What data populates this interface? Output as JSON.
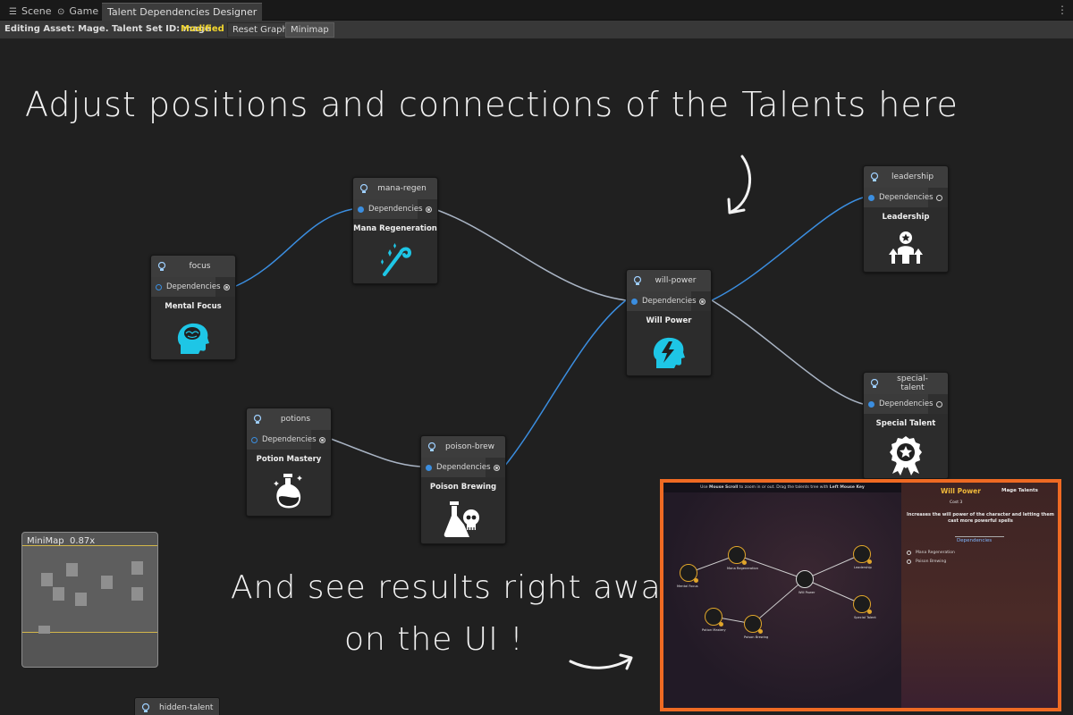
{
  "tabs": [
    {
      "label": "Scene",
      "icon": "grid-icon"
    },
    {
      "label": "Game",
      "icon": "gamepad-icon"
    },
    {
      "label": "Talent Dependencies Designer",
      "icon": ""
    }
  ],
  "toolbar": {
    "editing": "Editing Asset: Mage. Talent Set ID: mage",
    "status": "Modified",
    "reset_label": "Reset Graph",
    "minimap_label": "Minimap"
  },
  "annotations": {
    "top": "Adjust positions and connections of the Talents here",
    "bottom_line1": "And see results right away",
    "bottom_line2": "on the UI !"
  },
  "nodes": {
    "focus": {
      "id": "focus",
      "port": "Dependencies",
      "name": "Mental Focus"
    },
    "mana_regen": {
      "id": "mana-regen",
      "port": "Dependencies",
      "name": "Mana Regeneration"
    },
    "will_power": {
      "id": "will-power",
      "port": "Dependencies",
      "name": "Will Power"
    },
    "leadership": {
      "id": "leadership",
      "port": "Dependencies",
      "name": "Leadership"
    },
    "special_talent": {
      "id": "special-talent",
      "port": "Dependencies",
      "name": "Special Talent"
    },
    "potions": {
      "id": "potions",
      "port": "Dependencies",
      "name": "Potion Mastery"
    },
    "poison_brew": {
      "id": "poison-brew",
      "port": "Dependencies",
      "name": "Poison Brewing"
    },
    "hidden_talent": {
      "id": "hidden-talent"
    }
  },
  "minimap": {
    "title": "MiniMap",
    "zoom": "0.87x"
  },
  "preview": {
    "hint_pre": "Use ",
    "hint_b1": "Mouse Scroll",
    "hint_mid": " to zoom in or out. Drag the talents tree with ",
    "hint_b2": "Left Mouse Key",
    "title": "Will Power",
    "set": "Mage Talents",
    "cost": "Cost 3",
    "description": "Increases the will power of the character and letting them cast more powerful spells",
    "dependencies_title": "Dependencies",
    "dependencies": [
      "Mana Regeneration",
      "Poison Brewing"
    ],
    "node_labels": {
      "focus": "Mental Focus",
      "mana": "Mana Regeneration",
      "will": "Will Power",
      "lead": "Leadership",
      "potion": "Potion Mastery",
      "poison": "Poison Brewing",
      "special": "Special Talent"
    }
  },
  "colors": {
    "accent": "#3b8ee0",
    "modified": "#f1d52e",
    "preview_border": "#ef6a23",
    "talent_icon": "#1ec6e6"
  }
}
